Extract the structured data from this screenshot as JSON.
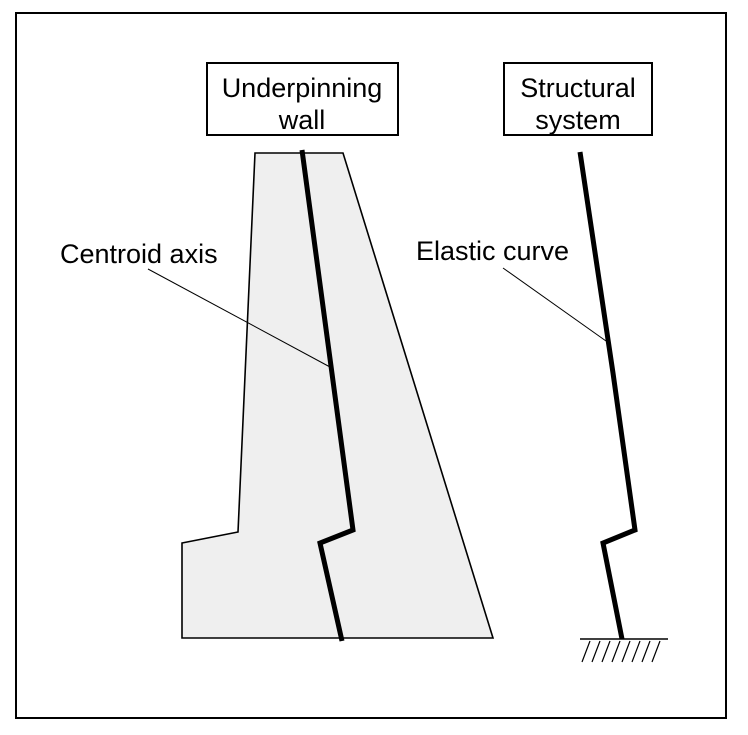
{
  "diagram": {
    "background": "#ffffff",
    "line_color": "#000000",
    "wall_fill": "#efefef",
    "boxes": {
      "underpinning_wall": {
        "line1": "Underpinning",
        "line2": "wall"
      },
      "structural_system": {
        "line1": "Structural",
        "line2": "system"
      }
    },
    "callouts": {
      "centroid_axis": "Centroid axis",
      "elastic_curve": "Elastic curve"
    }
  }
}
